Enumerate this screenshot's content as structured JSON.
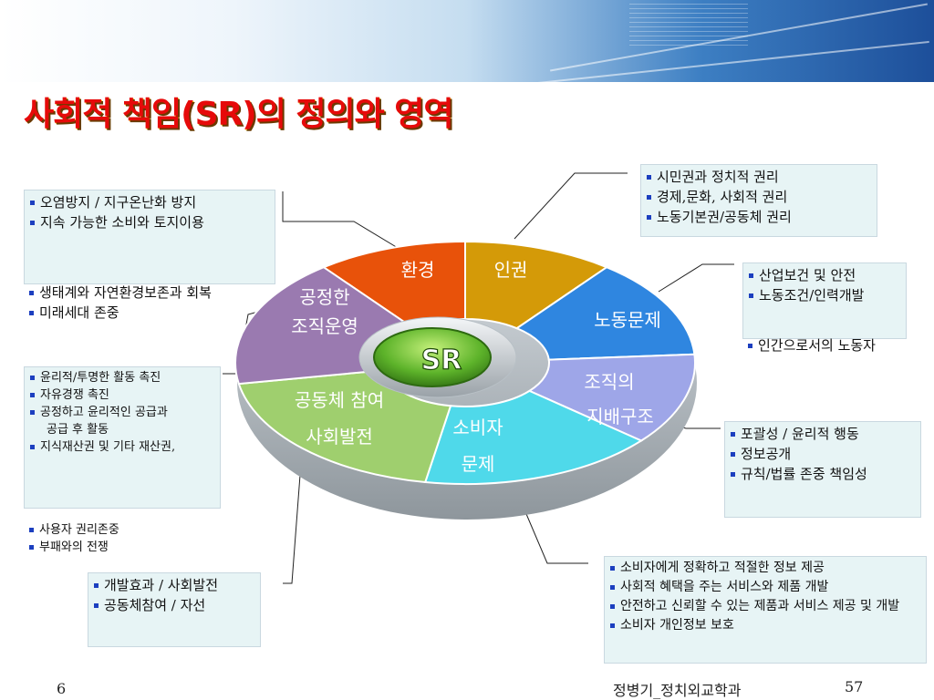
{
  "title": "사회적 책임(SR)의 정의와 영역",
  "center": "SR",
  "segments": {
    "env": "환경",
    "human": "인권",
    "labor": "노동문제",
    "gov": [
      "조직의",
      "지배구조"
    ],
    "consumer": [
      "소비자",
      "문제"
    ],
    "community": [
      "공동체 참여",
      "사회발전"
    ],
    "fair": [
      "공정한",
      "조직운영"
    ]
  },
  "boxes": {
    "human": [
      "시민권과 정치적 권리",
      "경제,문화, 사회적 권리",
      "노동기본권/공동체 권리"
    ],
    "env_box": [
      "오염방지 / 지구온난화 방지",
      "지속 가능한 소비와 토지이용"
    ],
    "env_extra": [
      "생태계와 자연환경보존과 회복",
      "미래세대 존중"
    ],
    "labor_box": [
      "산업보건 및 안전",
      "노동조건/인력개발"
    ],
    "labor_extra": [
      "인간으로서의 노동자"
    ],
    "fair": [
      "윤리적/투명한 활동 촉진",
      "자유경쟁 촉진",
      "공정하고 윤리적인 공급과"
    ],
    "fair_indent": "공급 후 활동",
    "fair_more": [
      "지식재산권 및 기타 재산권,"
    ],
    "fair_extra": [
      "사용자 권리존중",
      "부패와의 전쟁"
    ],
    "gov": [
      "포괄성 / 윤리적 행동",
      "정보공개",
      "규칙/법률 존중 책임성"
    ],
    "consumer": [
      "소비자에게 정확하고 적절한 정보 제공",
      "사회적 혜택을 주는 서비스와 제품 개발",
      "안전하고 신뢰할 수 있는 제품과 서비스 제공 및 개발",
      "소비자 개인정보 보호"
    ],
    "community": [
      "개발효과 / 사회발전",
      "공동체참여 / 자선"
    ]
  },
  "footer": {
    "page_left": "6",
    "author": "정병기_정치외교학과",
    "page_right": "57"
  },
  "colors": {
    "title": "#e60a0a",
    "env": "#e8520a",
    "human": "#d49a08",
    "labor": "#2f86e0",
    "gov": "#9ea6e8",
    "consumer": "#4fd9ea",
    "community": "#9fcf6e",
    "fair": "#9a7ab0",
    "center": "#5db32a"
  }
}
